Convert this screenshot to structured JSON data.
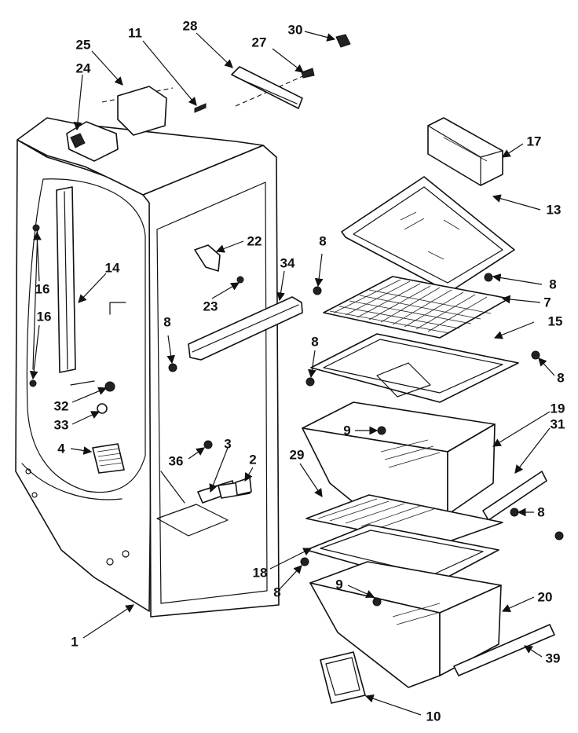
{
  "diagram": {
    "callouts": [
      "30",
      "28",
      "11",
      "27",
      "25",
      "24",
      "17",
      "13",
      "22",
      "34",
      "8",
      "16",
      "14",
      "7",
      "23",
      "15",
      "32",
      "33",
      "9",
      "19",
      "31",
      "4",
      "36",
      "3",
      "2",
      "29",
      "18",
      "20",
      "1",
      "39",
      "10"
    ]
  }
}
